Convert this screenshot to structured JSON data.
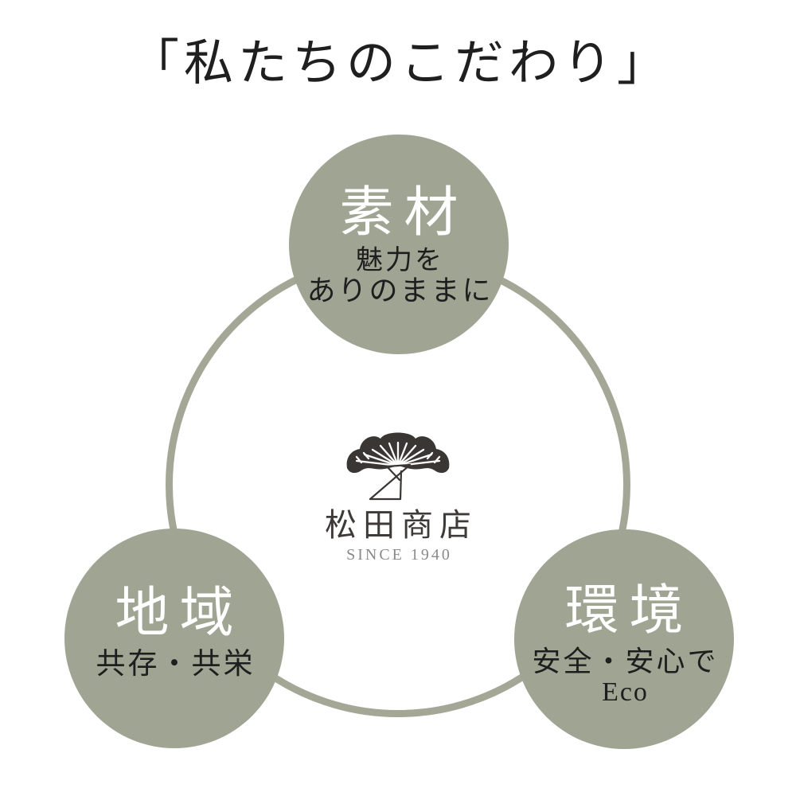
{
  "title": "「私たちのこだわり」",
  "circles": [
    {
      "name": "material",
      "title": "素材",
      "subtitle_lines": [
        "魅力を",
        "ありのままに"
      ]
    },
    {
      "name": "region",
      "title": "地域",
      "subtitle_lines": [
        "共存・共栄"
      ]
    },
    {
      "name": "environment",
      "title": "環境",
      "subtitle_lines": [
        "安全・安心で",
        "Eco"
      ]
    }
  ],
  "logo": {
    "icon": "pine-tree-icon",
    "name": "松田商店",
    "since": "SINCE 1940"
  },
  "colors": {
    "background": "#ffffff",
    "circle_fill": "#a0a493",
    "ring": "#a4a796",
    "title_text": "#1f1f1f",
    "subtitle_text": "#1e1e1e",
    "circle_title_text": "#ffffff",
    "logo_dark": "#3a3633",
    "logo_name_text": "#3e3a38",
    "logo_since_text": "#8a8a8a"
  }
}
